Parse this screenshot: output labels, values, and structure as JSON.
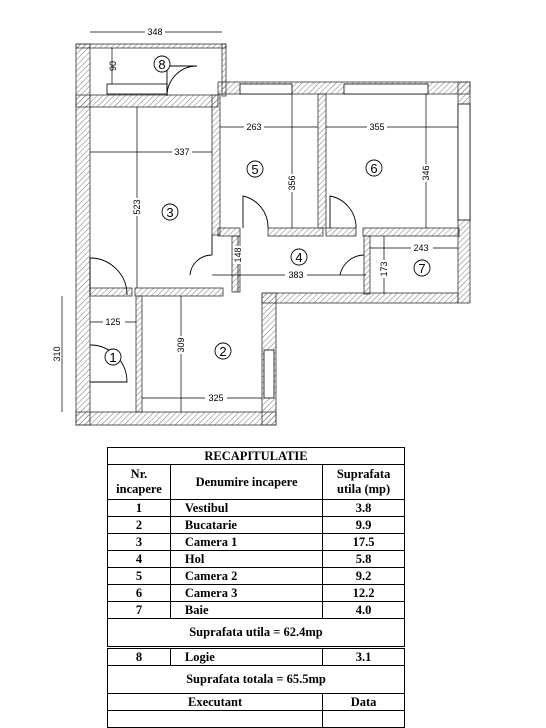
{
  "plan": {
    "dimensions": {
      "top_width": "348",
      "logie_depth": "90",
      "camera1_width": "337",
      "camera1_depth": "523",
      "camera2_width": "263",
      "camera2_depth": "356",
      "camera3_width": "355",
      "camera3_depth": "346",
      "hol_width": "383",
      "hol_depth": "148",
      "baie_width": "243",
      "baie_depth": "173",
      "vestibul_width": "125",
      "vestibul_left_depth": "310",
      "bucatarie_depth": "309",
      "bucatarie_width": "325"
    },
    "room_numbers": [
      "1",
      "2",
      "3",
      "4",
      "5",
      "6",
      "7",
      "8"
    ]
  },
  "recap": {
    "title": "RECAPITULATIE",
    "headers": {
      "nr": "Nr. incapere",
      "denumire": "Denumire incapere",
      "suprafata": "Suprafata utila (mp)"
    },
    "rows": [
      {
        "nr": "1",
        "name": "Vestibul",
        "area": "3.8"
      },
      {
        "nr": "2",
        "name": "Bucatarie",
        "area": "9.9"
      },
      {
        "nr": "3",
        "name": "Camera 1",
        "area": "17.5"
      },
      {
        "nr": "4",
        "name": "Hol",
        "area": "5.8"
      },
      {
        "nr": "5",
        "name": "Camera 2",
        "area": "9.2"
      },
      {
        "nr": "6",
        "name": "Camera 3",
        "area": "12.2"
      },
      {
        "nr": "7",
        "name": "Baie",
        "area": "4.0"
      }
    ],
    "suprafata_utila": "Suprafata utila = 62.4mp",
    "logie": {
      "nr": "8",
      "name": "Logie",
      "area": "3.1"
    },
    "suprafata_totala": "Suprafata totala = 65.5mp",
    "executant": "Executant",
    "data": "Data"
  }
}
